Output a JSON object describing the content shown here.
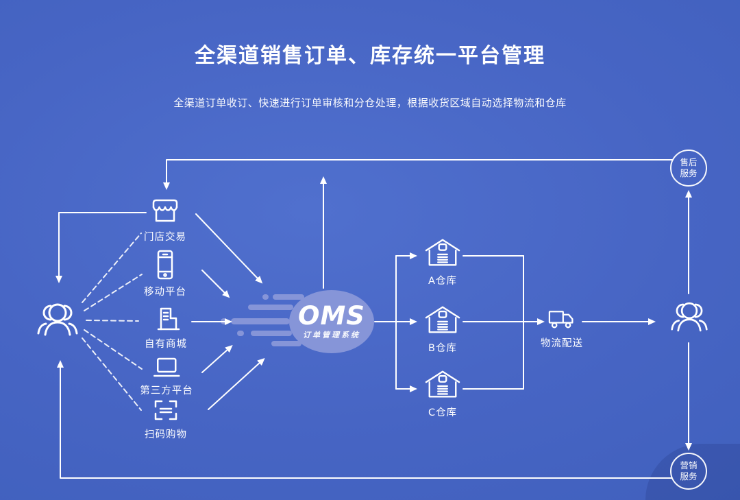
{
  "header": {
    "title": "全渠道销售订单、库存统一平台管理",
    "subtitle": "全渠道订单收订、快速进行订单审核和分仓处理，根据收货区域自动选择物流和仓库"
  },
  "customers": {
    "left_icon": "customers-group-icon",
    "right_icon": "customers-group-icon"
  },
  "channels": [
    {
      "label": "门店交易",
      "icon": "storefront-icon"
    },
    {
      "label": "移动平台",
      "icon": "smartphone-icon"
    },
    {
      "label": "自有商城",
      "icon": "mall-building-icon"
    },
    {
      "label": "第三方平台",
      "icon": "laptop-icon"
    },
    {
      "label": "扫码购物",
      "icon": "qr-scan-icon"
    }
  ],
  "oms": {
    "title": "OMS",
    "caption": "订单管理系统"
  },
  "warehouses": [
    {
      "label": "A仓库",
      "icon": "warehouse-icon"
    },
    {
      "label": "B仓库",
      "icon": "warehouse-icon"
    },
    {
      "label": "C仓库",
      "icon": "warehouse-icon"
    }
  ],
  "logistics": {
    "label": "物流配送",
    "icon": "truck-icon"
  },
  "services": {
    "after_sales": "售后服务",
    "marketing": "营销服务"
  },
  "colors": {
    "background": "#4765c4",
    "background_light": "#5070ce",
    "line": "#ffffff",
    "oms_ball": "#8695d8"
  }
}
